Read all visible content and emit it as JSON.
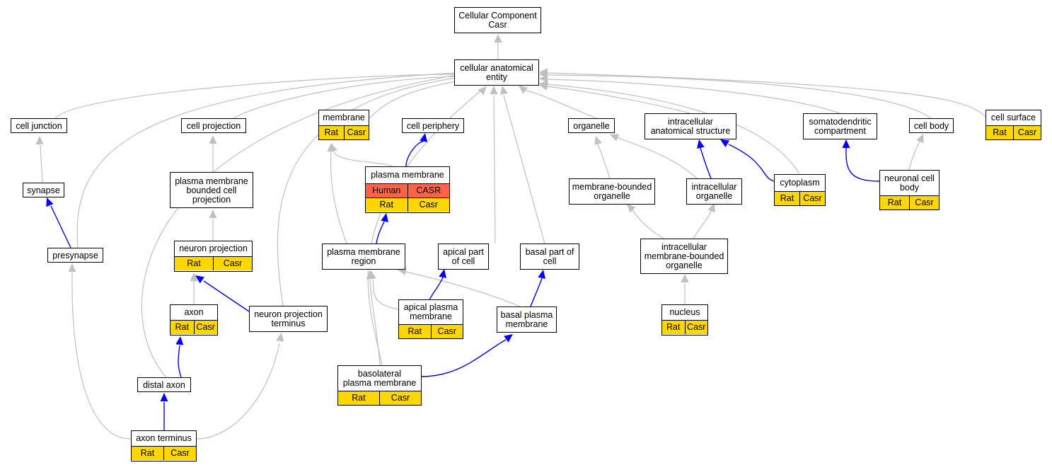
{
  "nodes": [
    {
      "id": "root",
      "label": "Cellular Component\nCasr"
    },
    {
      "id": "cae",
      "label": "cellular anatomical\nentity"
    },
    {
      "id": "cj",
      "label": "cell junction"
    },
    {
      "id": "cp",
      "label": "cell projection"
    },
    {
      "id": "mem",
      "label": "membrane",
      "rows": [
        [
          "Rat",
          "Casr"
        ]
      ]
    },
    {
      "id": "cper",
      "label": "cell periphery"
    },
    {
      "id": "org",
      "label": "organelle"
    },
    {
      "id": "ias",
      "label": "intracellular\nanatomical structure"
    },
    {
      "id": "sdc",
      "label": "somatodendritic\ncompartment"
    },
    {
      "id": "cb",
      "label": "cell body"
    },
    {
      "id": "cs",
      "label": "cell surface",
      "rows": [
        [
          "Rat",
          "Casr"
        ]
      ]
    },
    {
      "id": "syn",
      "label": "synapse"
    },
    {
      "id": "pmbcp",
      "label": "plasma membrane\nbounded cell\nprojection"
    },
    {
      "id": "pm",
      "label": "plasma membrane",
      "rows": [
        [
          "Human",
          "CASR"
        ],
        [
          "Rat",
          "Casr"
        ]
      ]
    },
    {
      "id": "mbo",
      "label": "membrane-bounded\norganelle"
    },
    {
      "id": "io",
      "label": "intracellular\norganelle"
    },
    {
      "id": "cyto",
      "label": "cytoplasm",
      "rows": [
        [
          "Rat",
          "Casr"
        ]
      ]
    },
    {
      "id": "ncb",
      "label": "neuronal cell\nbody",
      "rows": [
        [
          "Rat",
          "Casr"
        ]
      ]
    },
    {
      "id": "pre",
      "label": "presynapse"
    },
    {
      "id": "np",
      "label": "neuron projection",
      "rows": [
        [
          "Rat",
          "Casr"
        ]
      ]
    },
    {
      "id": "pmr",
      "label": "plasma membrane\nregion"
    },
    {
      "id": "apc",
      "label": "apical part\nof cell"
    },
    {
      "id": "bpc",
      "label": "basal part of\ncell"
    },
    {
      "id": "imbo",
      "label": "intracellular\nmembrane-bounded\norganelle"
    },
    {
      "id": "axon",
      "label": "axon",
      "rows": [
        [
          "Rat",
          "Casr"
        ]
      ]
    },
    {
      "id": "npt",
      "label": "neuron projection\nterminus"
    },
    {
      "id": "apm",
      "label": "apical plasma\nmembrane",
      "rows": [
        [
          "Rat",
          "Casr"
        ]
      ]
    },
    {
      "id": "bpm",
      "label": "basal plasma\nmembrane"
    },
    {
      "id": "nuc",
      "label": "nucleus",
      "rows": [
        [
          "Rat",
          "Casr"
        ]
      ]
    },
    {
      "id": "da",
      "label": "distal axon"
    },
    {
      "id": "blpm",
      "label": "basolateral\nplasma membrane",
      "rows": [
        [
          "Rat",
          "Casr"
        ]
      ]
    },
    {
      "id": "at",
      "label": "axon terminus",
      "rows": [
        [
          "Rat",
          "Casr"
        ]
      ]
    }
  ],
  "edge_colors": {
    "is_a": "#c0c0c0",
    "part_of": "#0000ff"
  },
  "row_colors": {
    "human": "#ff6347",
    "rat": "#ffd700"
  }
}
